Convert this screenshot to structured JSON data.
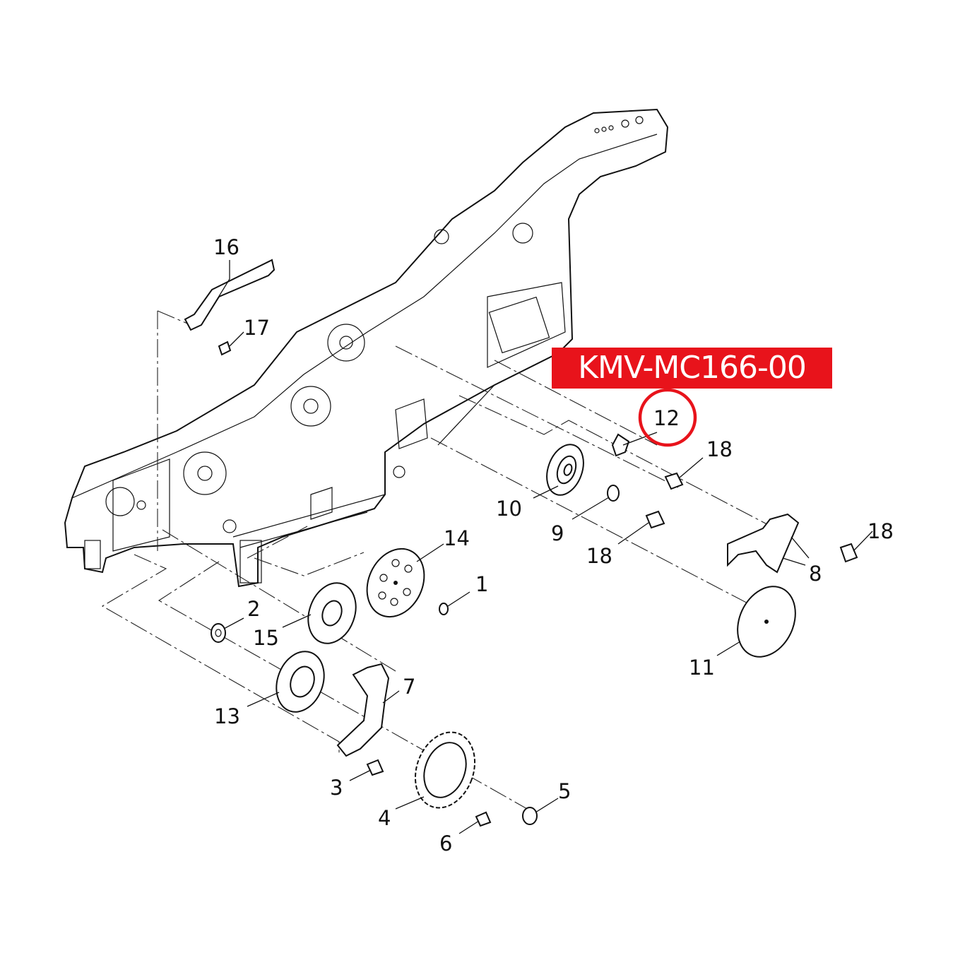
{
  "part_label": "KMV-MC166-00",
  "highlight_color": "#e8131b",
  "highlighted_callout": "12",
  "callouts": {
    "c1": "1",
    "c2": "2",
    "c3": "3",
    "c4": "4",
    "c5": "5",
    "c6": "6",
    "c7": "7",
    "c8": "8",
    "c9": "9",
    "c10": "10",
    "c11": "11",
    "c12": "12",
    "c13": "13",
    "c14": "14",
    "c15": "15",
    "c16": "16",
    "c17": "17",
    "c18a": "18",
    "c18b": "18",
    "c18c": "18"
  }
}
